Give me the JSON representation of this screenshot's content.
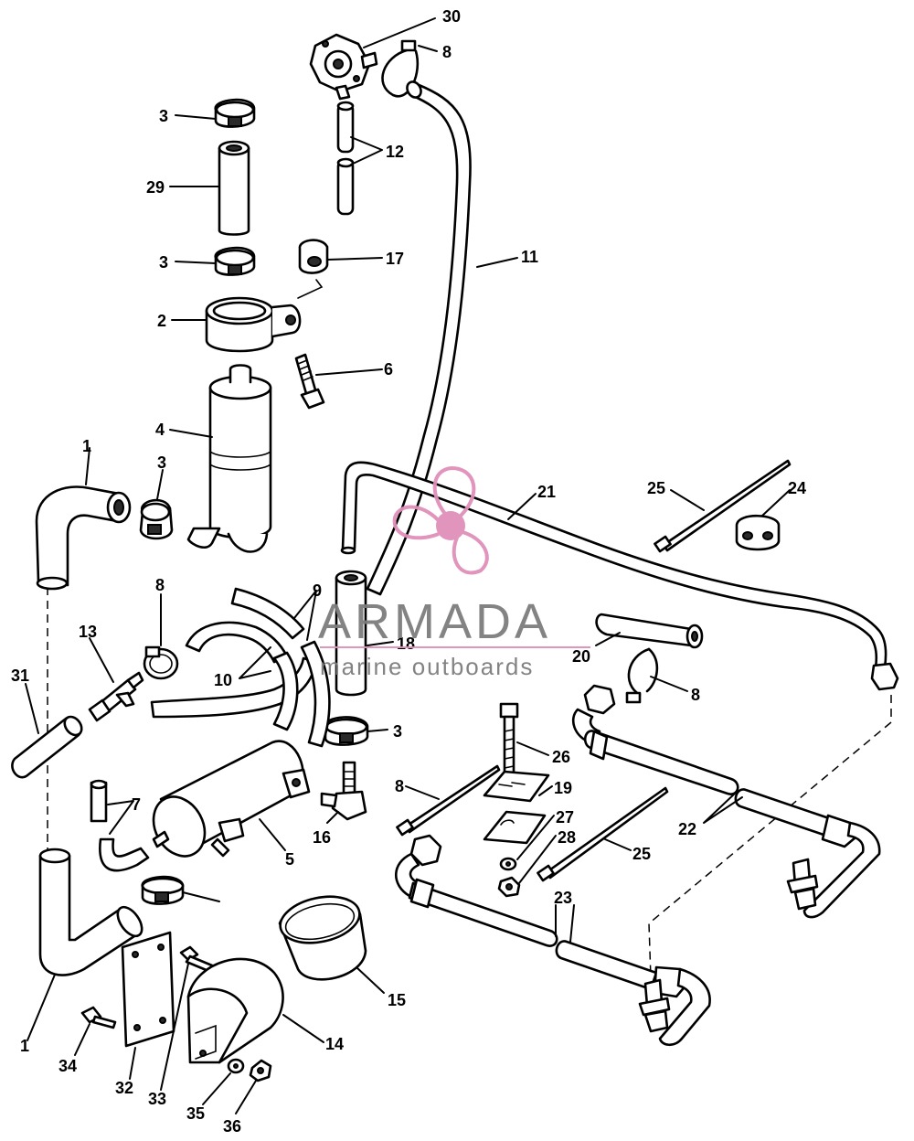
{
  "diagram": {
    "callouts": [
      "1",
      "1",
      "2",
      "3",
      "3",
      "3",
      "3",
      "4",
      "5",
      "6",
      "7",
      "8",
      "8",
      "8",
      "8",
      "9",
      "10",
      "11",
      "12",
      "13",
      "14",
      "15",
      "16",
      "17",
      "18",
      "19",
      "20",
      "21",
      "22",
      "23",
      "24",
      "25",
      "25",
      "26",
      "27",
      "28",
      "29",
      "30",
      "31",
      "32",
      "33",
      "34",
      "35",
      "36"
    ]
  },
  "watermark": {
    "brand": "ARMADA",
    "tagline": "marine outboards",
    "logo_color": "#e08fb9"
  }
}
